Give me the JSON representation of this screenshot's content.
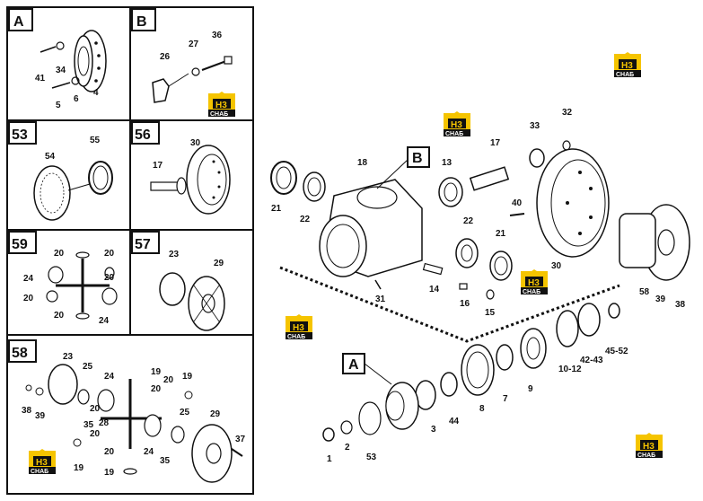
{
  "panels": {
    "A": {
      "title": "A",
      "labels": [
        "41",
        "34",
        "6",
        "5",
        "4"
      ]
    },
    "B": {
      "title": "B",
      "labels": [
        "27",
        "36",
        "26"
      ]
    },
    "53": {
      "title": "53",
      "labels": [
        "54",
        "55"
      ]
    },
    "56": {
      "title": "56",
      "labels": [
        "30",
        "17"
      ]
    },
    "59": {
      "title": "59",
      "labels": [
        "20",
        "20",
        "24",
        "20",
        "20",
        "20",
        "24"
      ]
    },
    "57": {
      "title": "57",
      "labels": [
        "23",
        "29"
      ]
    },
    "58": {
      "title": "58",
      "labels": [
        "23",
        "25",
        "24",
        "19",
        "20",
        "20",
        "19",
        "38",
        "39",
        "35",
        "28",
        "20",
        "20",
        "25",
        "29",
        "37",
        "19",
        "20",
        "24",
        "35",
        "19"
      ]
    }
  },
  "main": {
    "callouts": {
      "B": "B",
      "A": "A"
    },
    "labels": [
      "18",
      "13",
      "17",
      "33",
      "32",
      "21",
      "22",
      "40",
      "22",
      "21",
      "30",
      "31",
      "14",
      "16",
      "15",
      "58",
      "39",
      "38",
      "45-52",
      "42-43",
      "10-12",
      "9",
      "7",
      "8",
      "44",
      "3",
      "2",
      "1",
      "53"
    ]
  },
  "watermark": {
    "top": "H3",
    "bottom": "CHAБ",
    "color_yellow": "#f5c400",
    "color_black": "#111111"
  }
}
